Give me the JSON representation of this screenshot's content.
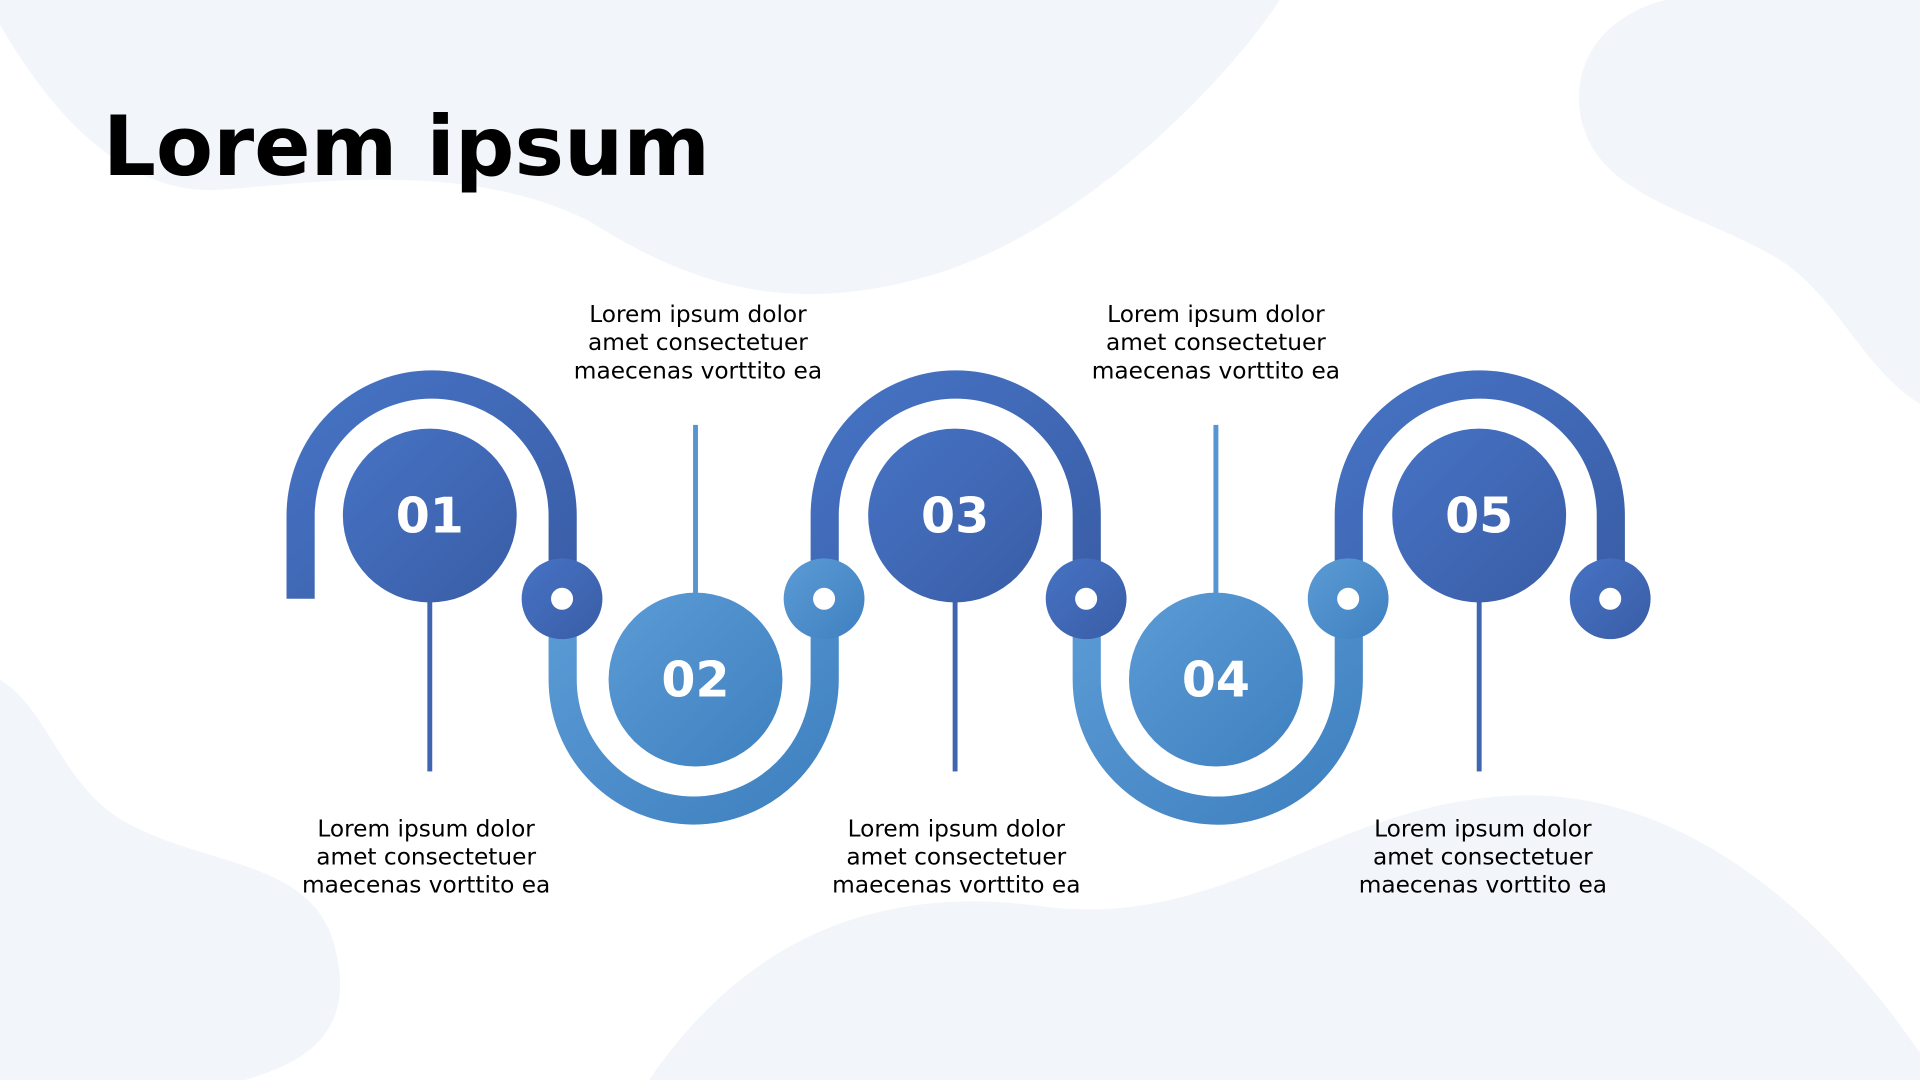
{
  "title": "Lorem ipsum",
  "colors": {
    "dark_start": "#4673C4",
    "dark_end": "#3A5DA6",
    "light_start": "#5B9BD5",
    "light_end": "#3F80C0",
    "background_blob": "#F2F6FB"
  },
  "steps": [
    {
      "number": "01",
      "lines": [
        "Lorem ipsum dolor",
        "amet consectetuer",
        "maecenas vorttito ea"
      ]
    },
    {
      "number": "02",
      "lines": [
        "Lorem ipsum dolor",
        "amet consectetuer",
        "maecenas vorttito ea"
      ]
    },
    {
      "number": "03",
      "lines": [
        "Lorem ipsum dolor",
        "amet consectetuer",
        "maecenas vorttito ea"
      ]
    },
    {
      "number": "04",
      "lines": [
        "Lorem ipsum dolor",
        "amet consectetuer",
        "maecenas vorttito ea"
      ]
    },
    {
      "number": "05",
      "lines": [
        "Lorem ipsum dolor",
        "amet consectetuer",
        "maecenas vorttito ea"
      ]
    }
  ]
}
